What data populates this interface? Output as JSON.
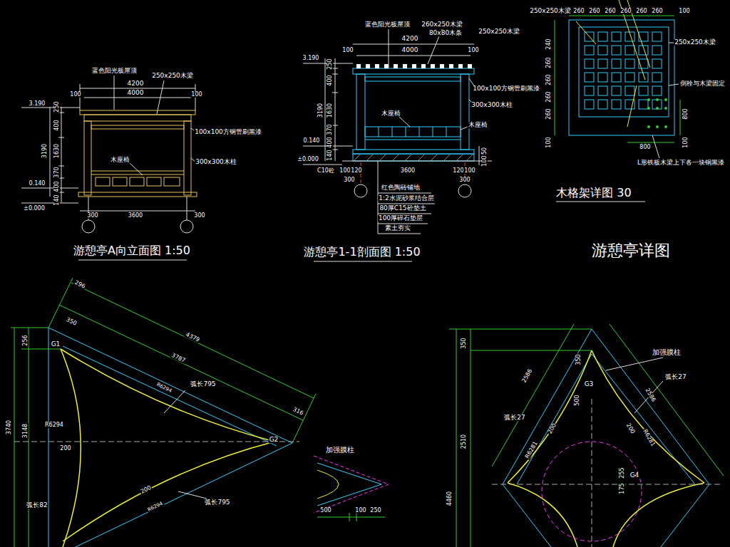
{
  "diagram": {
    "title": "游憩亭详图",
    "labels": [
      "蓝色阳光板屋顶",
      "250x250木梁",
      "4200",
      "4000",
      "100",
      "100",
      "3.190",
      "250",
      "400",
      "1630",
      "3190",
      "400",
      "370",
      "100x100方钢管刷黑漆",
      "300x300木柱",
      "木座椅",
      "0.140",
      "140",
      "±0.000",
      "300",
      "3600",
      "300",
      "游憩亭A向立面图 1:50",
      "蓝色阳光板屋顶",
      "260x250木梁",
      "250x250木梁",
      "4200",
      "80x80木条",
      "4000",
      "100",
      "100",
      "3.190",
      "250",
      "400",
      "3190",
      "1630",
      "370",
      "400",
      "140",
      "100x100方钢管刷黑漆",
      "300x300木柱",
      "木座椅",
      "木座椅",
      "0.140",
      "±0.000",
      "C10砼",
      "100",
      "120",
      "3600",
      "120",
      "100",
      "300",
      "300",
      "100",
      "50",
      "红色陶砖铺地",
      "1:2水泥砂浆结合层",
      "80厚C15砼垫土",
      "100厚碎石垫层",
      "素土夯实",
      "游憩亭1-1剖面图 1:50",
      "250x250木梁",
      "260",
      "260",
      "260",
      "260",
      "260",
      "260",
      "100",
      "240",
      "260",
      "260",
      "260",
      "260",
      "100",
      "250x250木梁",
      "倒栓与木梁固定",
      "800",
      "100",
      "800",
      "L形铁板木梁上下各一块铜黑漆",
      "木格架详图 30",
      "296",
      "4379",
      "3787",
      "350",
      "316",
      "256",
      "3740",
      "3148",
      "G1",
      "G2",
      "弧长795",
      "R6294",
      "200",
      "弧长82",
      "200",
      "弧长795",
      "R6294",
      "R6294",
      "加强膜柱",
      "500",
      "100",
      "250",
      "350",
      "2510",
      "4460",
      "G3",
      "350",
      "500",
      "2586",
      "2586",
      "加强膜柱",
      "弧长27",
      "弧长27",
      "200",
      "R6281",
      "200",
      "R6281",
      "255",
      "175",
      "G4"
    ]
  }
}
